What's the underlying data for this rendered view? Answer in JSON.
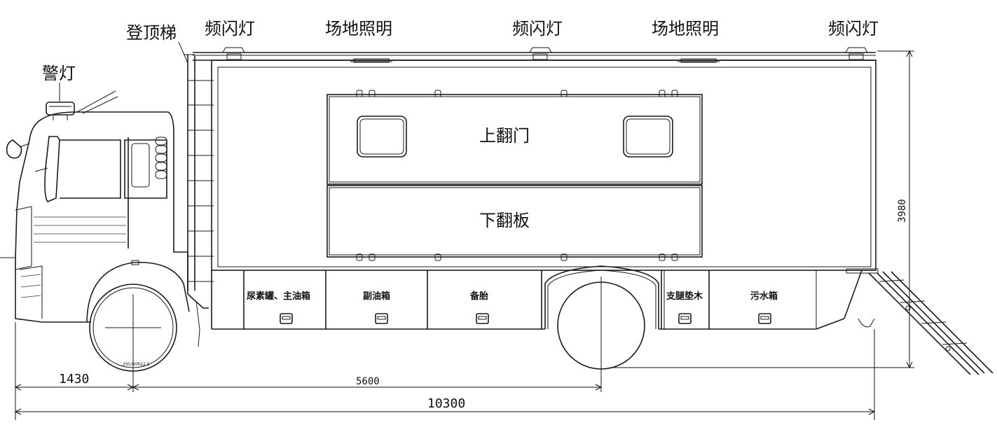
{
  "labels": {
    "ladder": "登顶梯",
    "warning_light": "警灯",
    "strobe_left": "频闪灯",
    "flood_left": "场地照明",
    "strobe_mid": "频闪灯",
    "flood_right": "场地照明",
    "strobe_right": "频闪灯",
    "upper_door": "上翻门",
    "lower_panel": "下翻板"
  },
  "compartments": {
    "urea_fuel": "尿素罐、主油箱",
    "aux_fuel": "副油箱",
    "spare_tire": "备胎",
    "outrigger_pad": "支腿垫木",
    "sewage": "污水箱"
  },
  "tire_spec": "295/80R22.5",
  "dimensions": {
    "front_overhang": "1430",
    "wheelbase": "5600",
    "overall_length": "10300",
    "overall_height": "3980"
  }
}
